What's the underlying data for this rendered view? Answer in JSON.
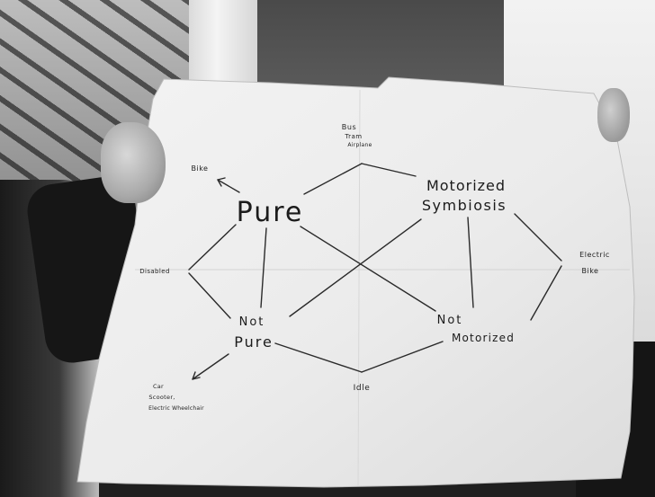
{
  "scene": {
    "description_free": true
  },
  "diagram": {
    "nodes": {
      "pure": "Pure",
      "motorized_symbiosis_line1": "Motorized",
      "motorized_symbiosis_line2": "Symbiosis",
      "not_pure_line1": "Not",
      "not_pure_line2": "Pure",
      "not_motorized_line1": "Not",
      "not_motorized_line2": "Motorized"
    },
    "edge_labels": {
      "bus_line1": "Bus",
      "bus_line2": "Tram",
      "bus_line3": "Airplane",
      "bike": "Bike",
      "disabled": "Disabled",
      "electric_bike_line1": "Electric",
      "electric_bike_line2": "Bike",
      "idle": "Idle",
      "car_line1": "Car",
      "car_line2": "Scooter,",
      "car_line3": "Electric Wheelchair"
    }
  },
  "colors": {
    "paper": "#efefef",
    "ink": "#1a1a1a"
  }
}
